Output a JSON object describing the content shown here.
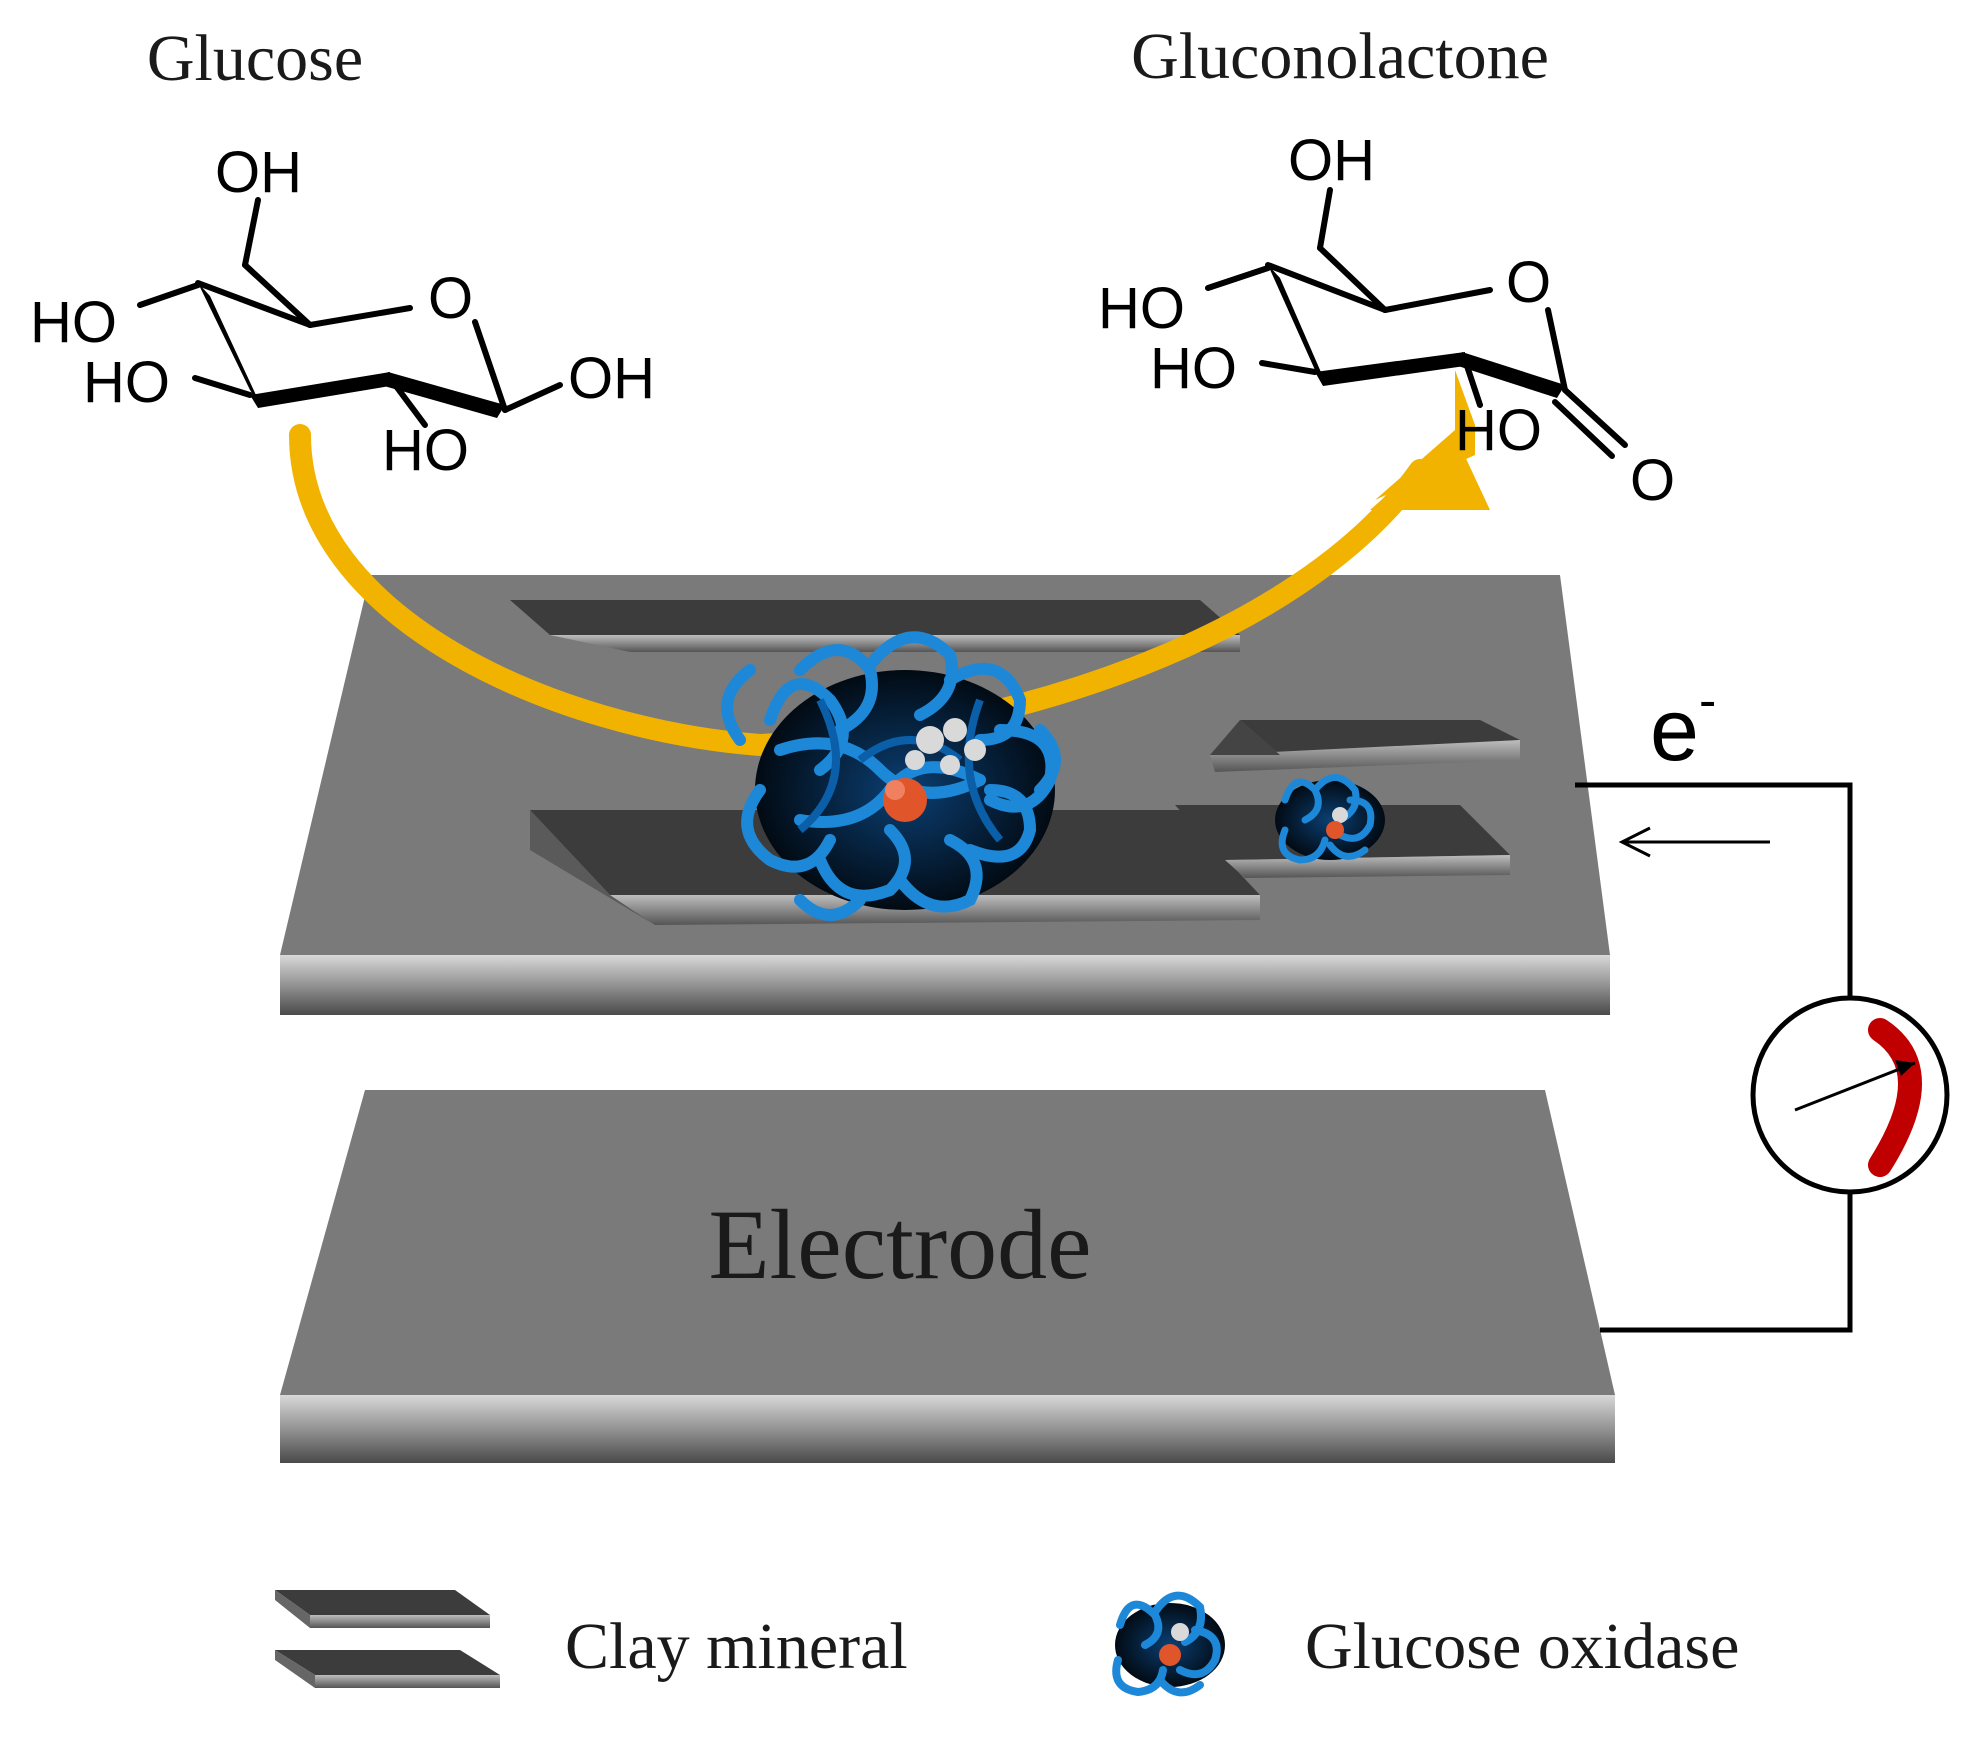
{
  "labels": {
    "reactant": "Glucose",
    "product": "Gluconolactone",
    "electrode": "Electrode",
    "electron": "e",
    "electron_sup": "-"
  },
  "glucose_atoms": {
    "oh_top": "OH",
    "ho_left_upper": "HO",
    "ho_left_lower": "HO",
    "ring_o": "O",
    "oh_right": "OH",
    "ho_bottom": "HO"
  },
  "gluconolactone_atoms": {
    "oh_top": "OH",
    "ho_left_upper": "HO",
    "ho_left_lower": "HO",
    "ring_o": "O",
    "ho_bottom": "HO",
    "carbonyl_o": "O"
  },
  "legend": {
    "clay": "Clay mineral",
    "enzyme": "Glucose oxidase"
  },
  "colors": {
    "arrow": "#f2b300",
    "electrode_top": "#7a7a7a",
    "electrode_edge": "#a8a8a8",
    "clay_top": "#3c3c3c",
    "clay_edge": "#8a8a8a",
    "enzyme": "#1e88d8",
    "cofactor": "#e0552a",
    "gauge_needle": "#c00000"
  }
}
